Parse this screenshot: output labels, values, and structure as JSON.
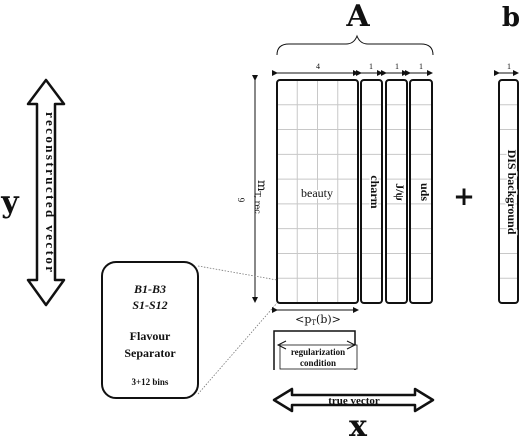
{
  "labels": {
    "A": "A",
    "b": "b",
    "y": "y",
    "x": "x",
    "plus": "+",
    "reconstructed_vector": "reconstructed vector",
    "true_vector": "true vector",
    "m_t_rec_main": "m",
    "m_t_rec_sub": "T, rec",
    "rows_count": "9",
    "width_beauty": "4",
    "width_charm": "1",
    "width_jpsi": "1",
    "width_uds": "1",
    "width_bg": "1",
    "beauty": "beauty",
    "charm": "charm",
    "jpsi": "J/ψ",
    "uds": "uds",
    "dis_background": "DIS background",
    "pt_b_open": "<p",
    "pt_b_sub": "T",
    "pt_b_close": "(b)>",
    "regularization_line1": "regularization",
    "regularization_line2": "condition"
  },
  "flavour_box": {
    "line1": "B1-B3",
    "line2": "S1-S12",
    "line3": "Flavour",
    "line4": "Separator",
    "line5": "3+12 bins"
  },
  "colors": {
    "ink": "#111111",
    "grid": "#c8c8c8",
    "background": "#ffffff"
  }
}
